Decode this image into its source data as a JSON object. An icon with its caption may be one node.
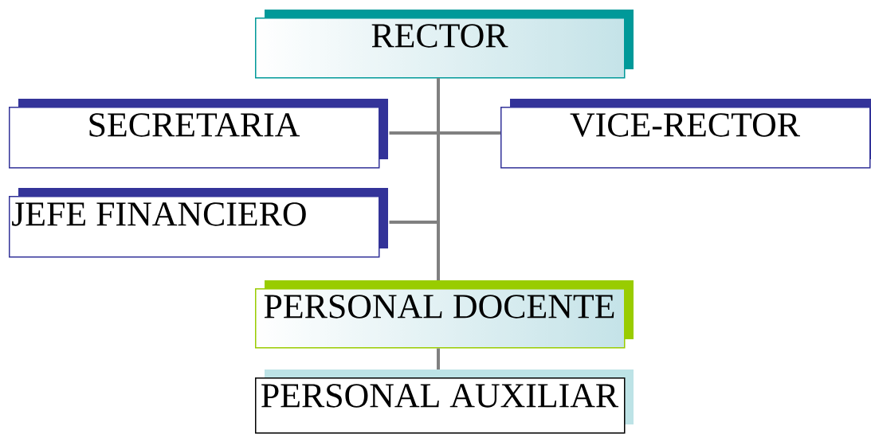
{
  "diagram": {
    "nodes": [
      {
        "text": [
          "RECTOR"
        ]
      },
      {
        "text": [
          "SECRETARIA"
        ]
      },
      {
        "text": [
          "VICE-RECTOR"
        ]
      },
      {
        "text": [
          "JEFE FINANCIERO"
        ]
      },
      {
        "text": [
          "PERSONAL DOCENTE"
        ]
      },
      {
        "text": [
          "PERSONAL AUXILIAR"
        ]
      }
    ],
    "edges": [
      {
        "from": 0,
        "to": 1,
        "arrow": "none"
      },
      {
        "from": 0,
        "to": 2,
        "arrow": "none"
      },
      {
        "from": 0,
        "to": 3,
        "arrow": "none"
      },
      {
        "from": 0,
        "to": 4,
        "arrow": "none"
      },
      {
        "from": 4,
        "to": 5,
        "arrow": "none"
      }
    ]
  }
}
